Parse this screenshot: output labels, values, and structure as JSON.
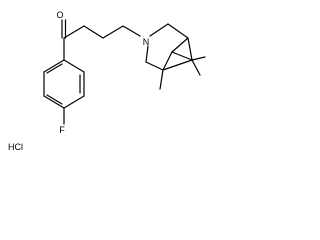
{
  "molecule": {
    "atoms": {
      "oxygen": "O",
      "nitrogen": "N",
      "fluorine": "F",
      "salt": "HCl"
    }
  }
}
